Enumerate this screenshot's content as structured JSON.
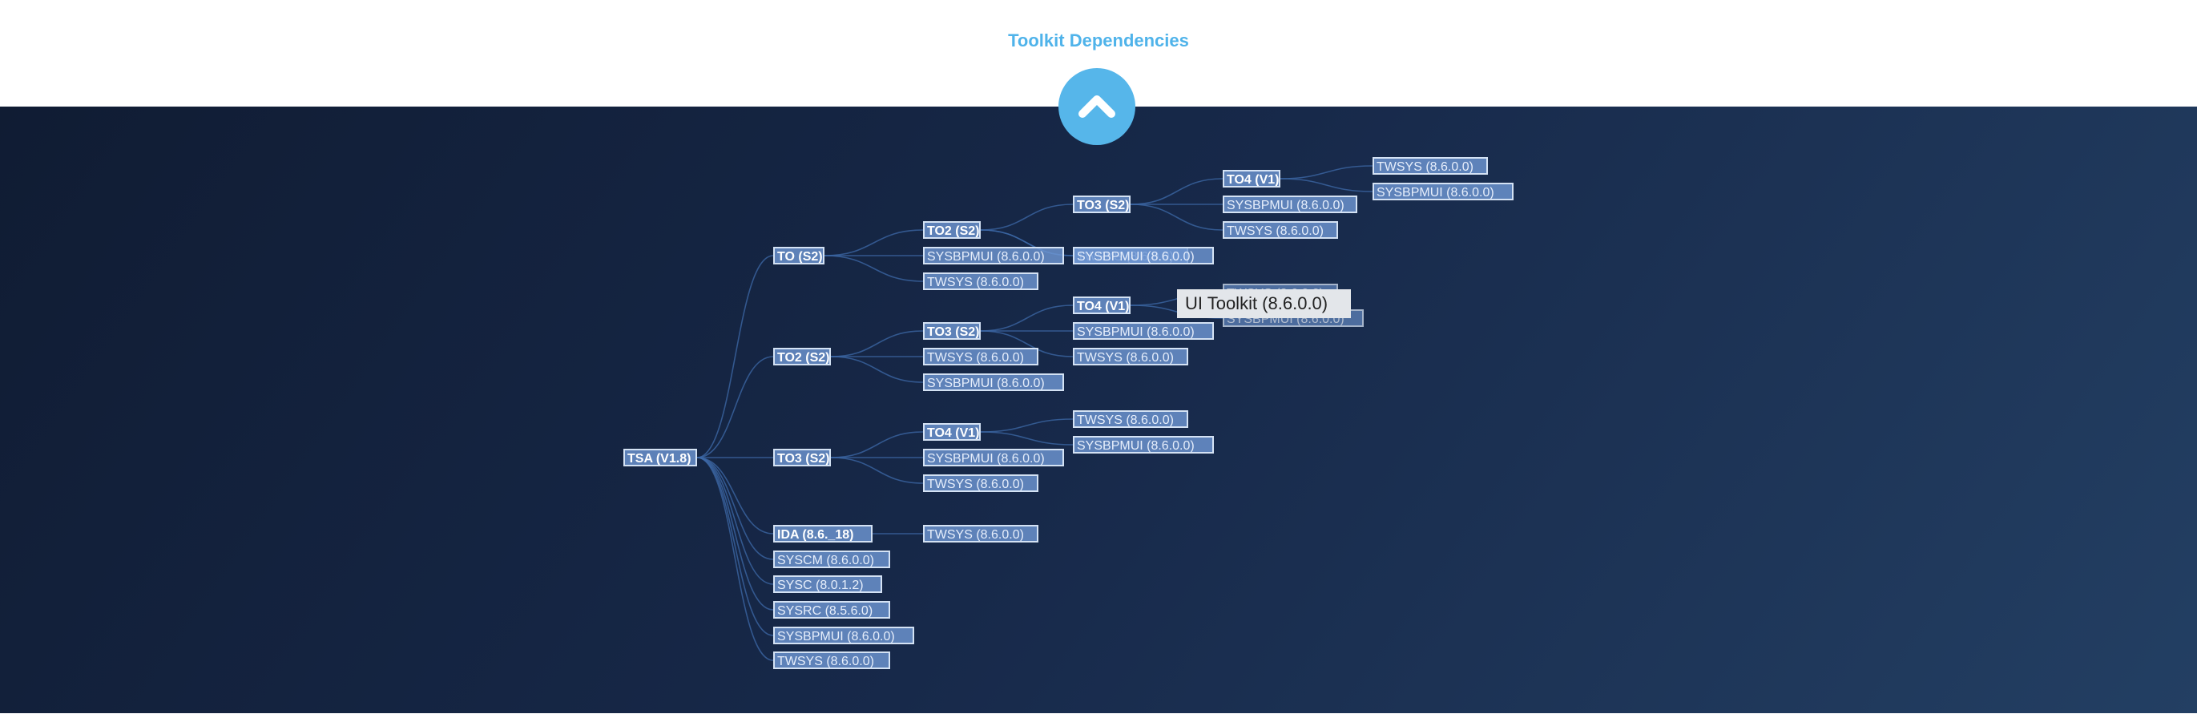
{
  "page": {
    "title": "Toolkit Dependencies"
  },
  "collapse_button": {
    "icon": "chevron-up-icon"
  },
  "colors": {
    "accent": "#56b6ea",
    "title": "#4fb3ea",
    "node_fill": "#6e96d2",
    "node_border": "#d4e2f4",
    "panel_dark": "#101c33",
    "panel_light": "#233f63"
  },
  "tooltip": {
    "text": "UI Toolkit (8.6.0.0)"
  },
  "tree": {
    "label": "TSA (V1.8)",
    "children": [
      {
        "label": "TO (S2)",
        "children": [
          {
            "label": "TO2 (S2)",
            "children": [
              {
                "label": "TO3 (S2)",
                "children": [
                  {
                    "label": "TO4 (V1)",
                    "children": [
                      {
                        "label": "TWSYS (8.6.0.0)"
                      },
                      {
                        "label": "SYSBPMUI (8.6.0.0)"
                      }
                    ]
                  },
                  {
                    "label": "SYSBPMUI (8.6.0.0)"
                  },
                  {
                    "label": "TWSYS (8.6.0.0)"
                  }
                ]
              },
              {
                "label": "TWSYS (8.6.0.0)"
              },
              {
                "label": "SYSBPMUI (8.6.0.0)"
              }
            ]
          },
          {
            "label": "SYSBPMUI (8.6.0.0)"
          },
          {
            "label": "TWSYS (8.6.0.0)"
          }
        ]
      },
      {
        "label": "TO2 (S2)",
        "children": [
          {
            "label": "TO3 (S2)",
            "children": [
              {
                "label": "TO4 (V1)",
                "children": [
                  {
                    "label": "TWSYS (8.6.0.0)"
                  },
                  {
                    "label": "SYSBPMUI (8.6.0.0)"
                  }
                ]
              },
              {
                "label": "SYSBPMUI (8.6.0.0)"
              },
              {
                "label": "TWSYS (8.6.0.0)"
              }
            ]
          },
          {
            "label": "TWSYS (8.6.0.0)"
          },
          {
            "label": "SYSBPMUI (8.6.0.0)"
          }
        ]
      },
      {
        "label": "TO3 (S2)",
        "children": [
          {
            "label": "TO4 (V1)",
            "children": [
              {
                "label": "TWSYS (8.6.0.0)"
              },
              {
                "label": "SYSBPMUI (8.6.0.0)"
              }
            ]
          },
          {
            "label": "SYSBPMUI (8.6.0.0)"
          },
          {
            "label": "TWSYS (8.6.0.0)"
          }
        ]
      },
      {
        "label": "IDA (8.6._18)",
        "children": [
          {
            "label": "TWSYS (8.6.0.0)"
          }
        ]
      },
      {
        "label": "SYSCM (8.6.0.0)"
      },
      {
        "label": "SYSC (8.0.1.2)"
      },
      {
        "label": "SYSRC (8.5.6.0)"
      },
      {
        "label": "SYSBPMUI (8.6.0.0)"
      },
      {
        "label": "TWSYS (8.6.0.0)"
      }
    ]
  }
}
